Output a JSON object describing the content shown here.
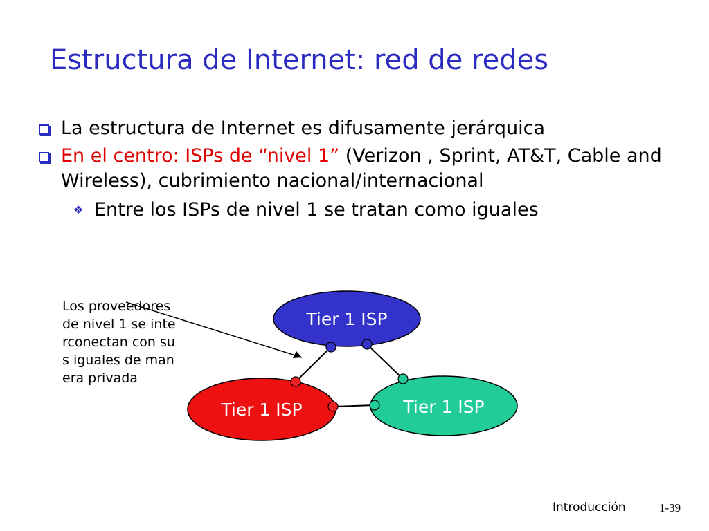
{
  "slide": {
    "title": "Estructura de Internet: red de redes",
    "bullets": [
      {
        "text": "La estructura de Internet es difusamente jerárquica"
      },
      {
        "highlight": "En el centro: ISPs de “nivel 1”",
        "text": " (Verizon , Sprint, AT&T, Cable and Wireless), cubrimiento nacional/internacional"
      }
    ],
    "sub_bullet": "Entre los ISPs de nivel 1 se tratan como iguales",
    "caption": "Los proveedores de nivel 1 se interconectan con sus iguales de manera privada",
    "footer_label": "Introducción",
    "page_number": "1-39"
  },
  "diagram": {
    "nodes": [
      {
        "label": "Tier 1 ISP",
        "color": "#3333cc"
      },
      {
        "label": "Tier 1 ISP",
        "color": "#ee1111"
      },
      {
        "label": "Tier 1 ISP",
        "color": "#22cc99"
      }
    ],
    "link_point_colors": {
      "blue": "#3333cc",
      "red": "#ee2222",
      "green": "#22cc99"
    }
  },
  "colors": {
    "title": "#2b2bc0",
    "highlight": "#e00000"
  }
}
